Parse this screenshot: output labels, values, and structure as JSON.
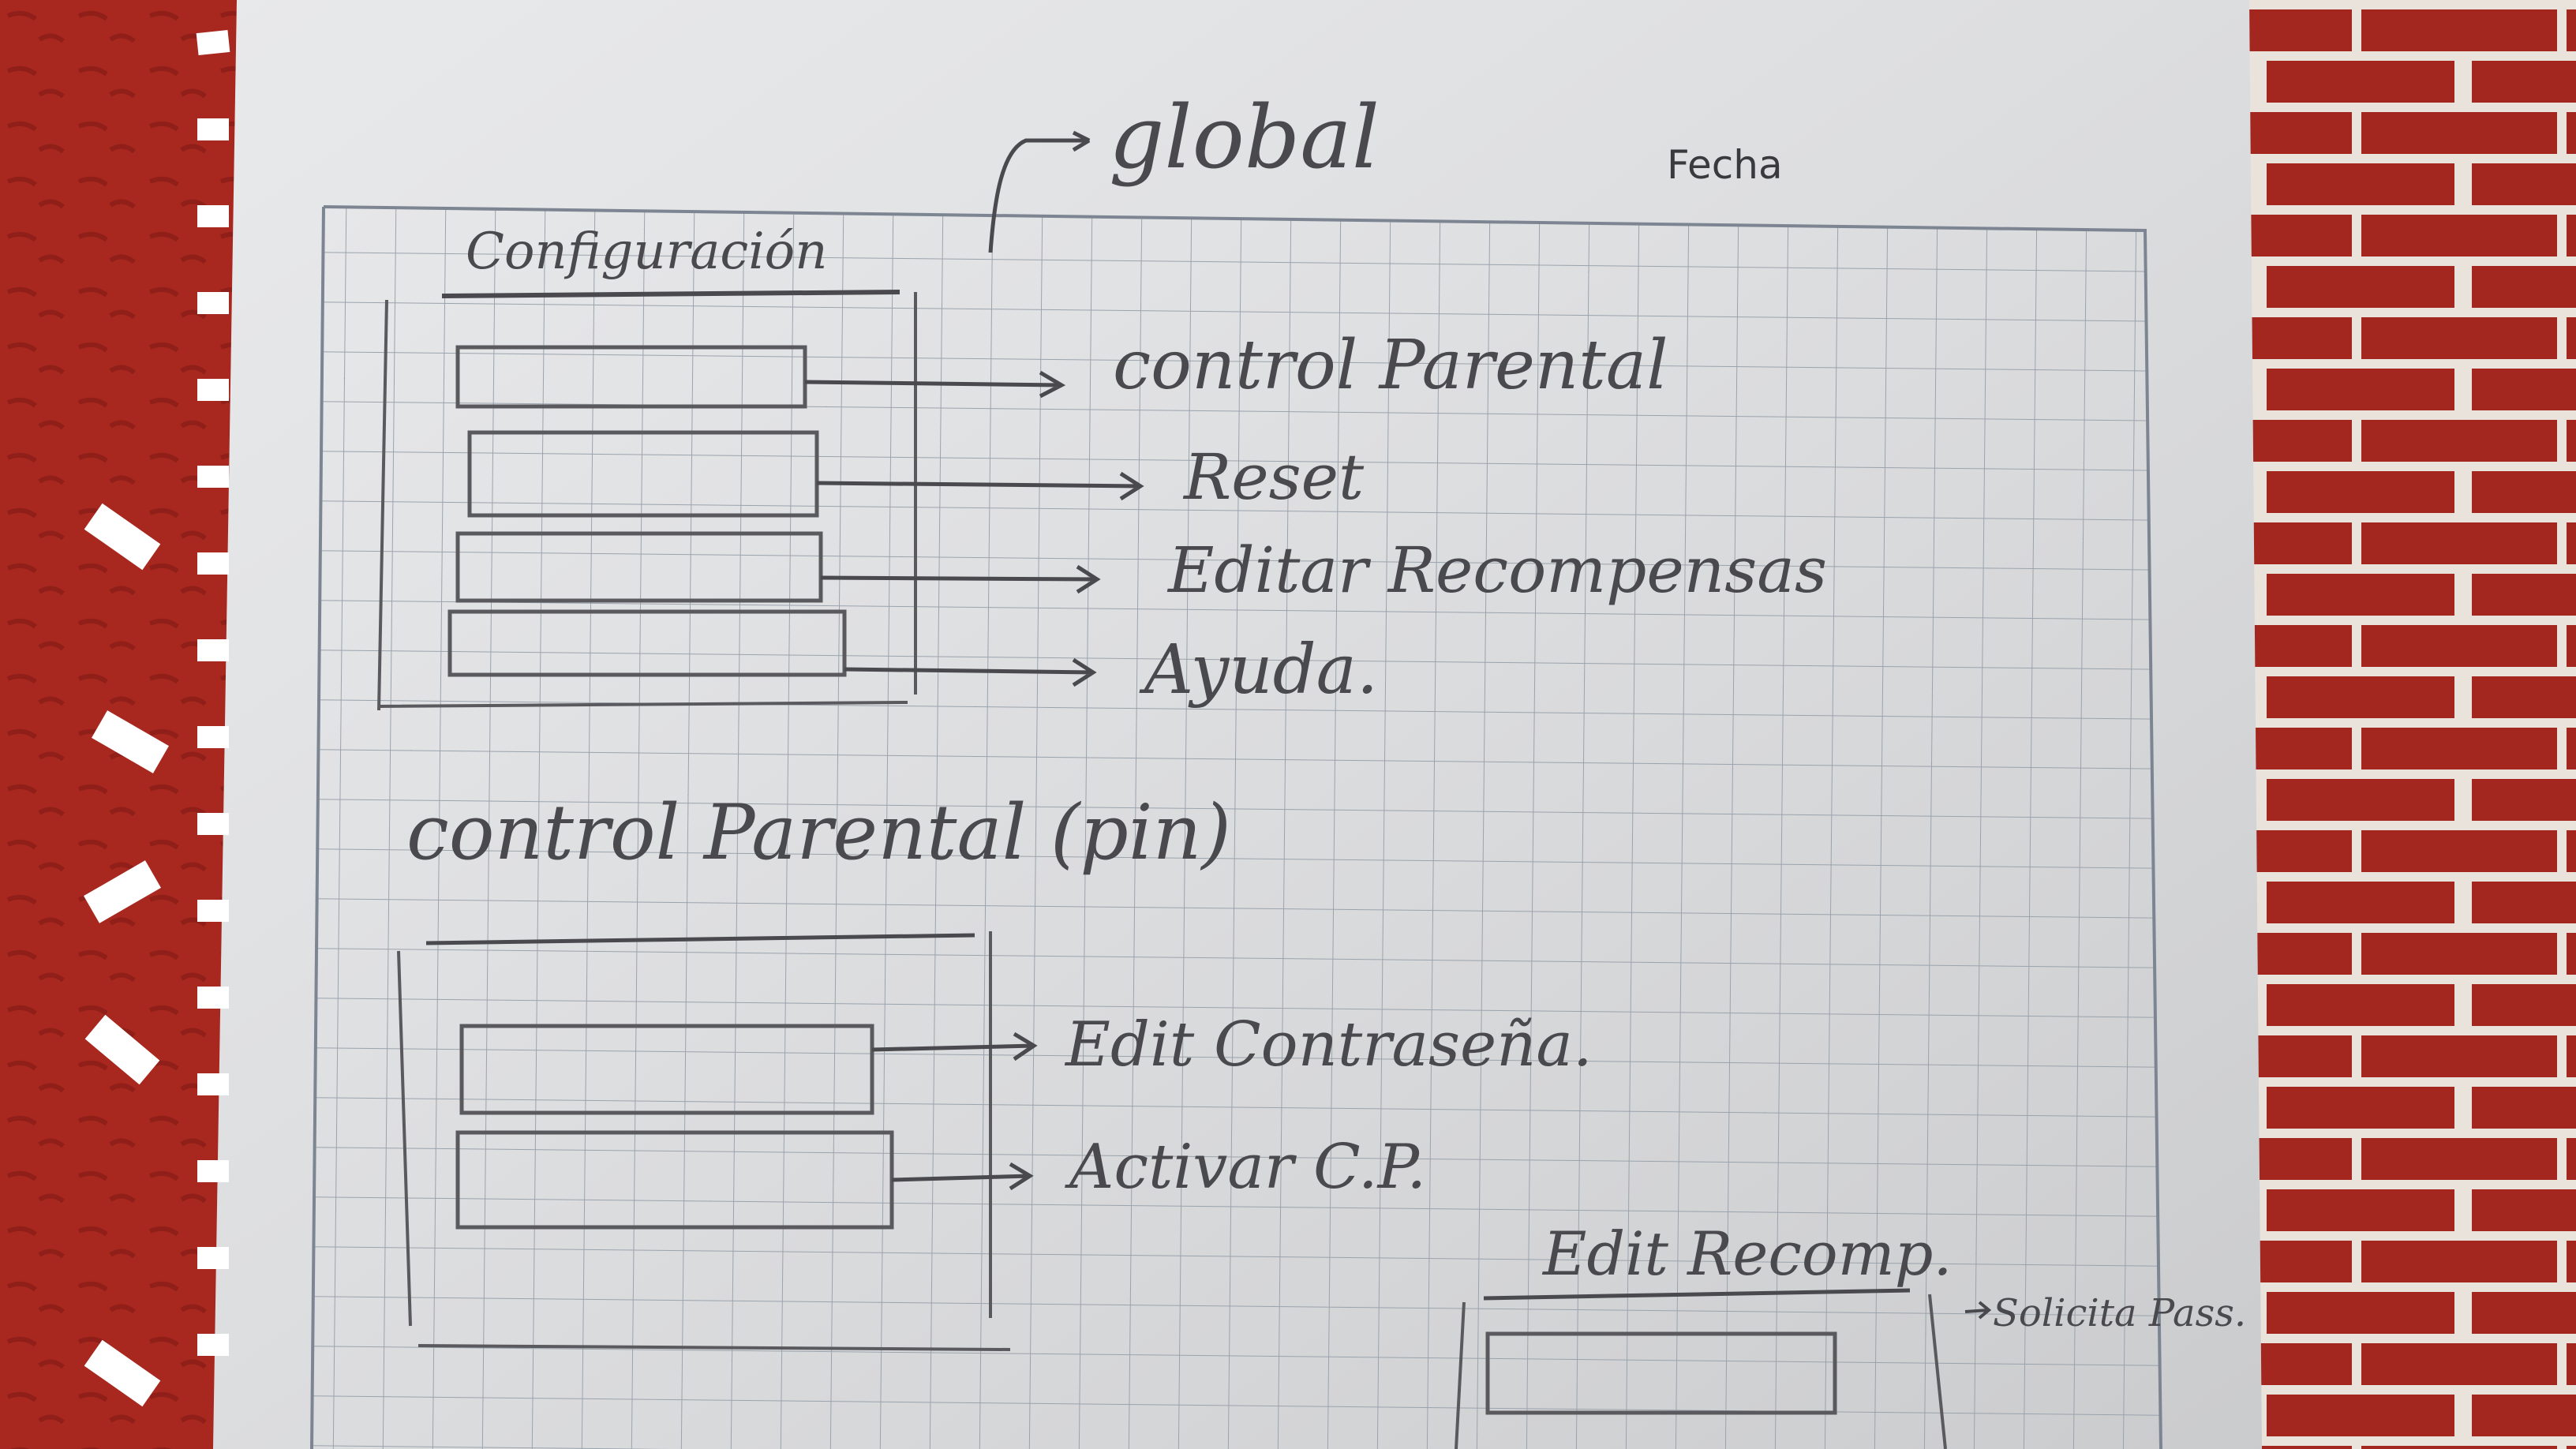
{
  "header": {
    "printed_label": "Fecha",
    "note_global": "global"
  },
  "config_section": {
    "title": "Configuración",
    "items": [
      {
        "label": "control Parental"
      },
      {
        "label": "Reset"
      },
      {
        "label": "Editar Recompensas"
      },
      {
        "label": "Ayuda."
      }
    ]
  },
  "parental_section": {
    "title": "control Parental (pin)",
    "items": [
      {
        "label": "Edit Contraseña."
      },
      {
        "label": "Activar C.P."
      }
    ]
  },
  "recomp_section": {
    "title": "Edit Recomp.",
    "items": [
      {
        "label": "Solicita Pass."
      }
    ]
  },
  "colors": {
    "tablecloth": "#a4271f",
    "paper": "#e6e7e9",
    "grid": "#9aa3ad",
    "pencil": "#4a4a4e"
  }
}
